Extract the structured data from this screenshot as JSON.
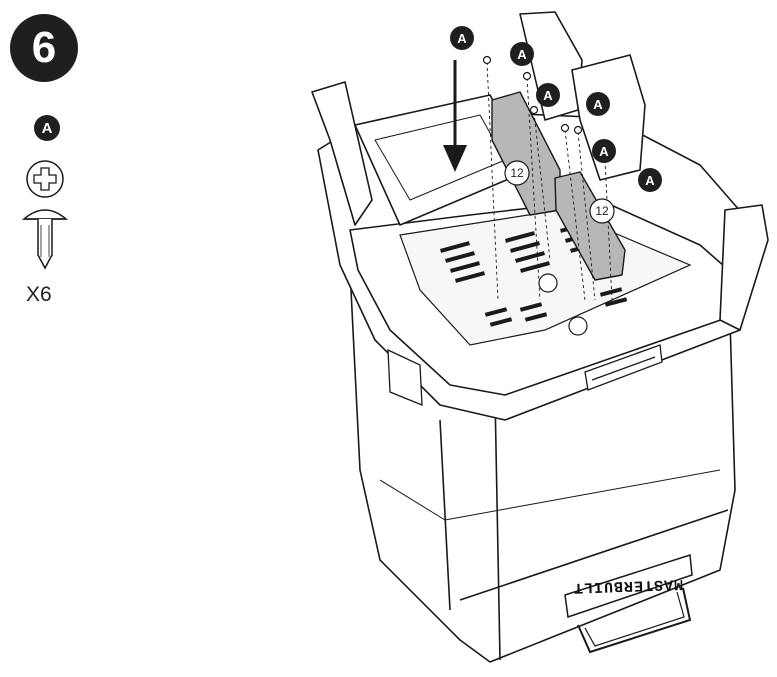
{
  "step": {
    "number": "6"
  },
  "legend": {
    "part_letter": "A",
    "part_icon": "screw-icon",
    "quantity": "X6"
  },
  "callouts": {
    "part_letter": "A",
    "bracket_number": "12"
  },
  "product": {
    "brand": "MASTERBUILT"
  },
  "colors": {
    "badge": "#1f1f1f",
    "bracket": "#b7b7b7",
    "line": "#1a1a1a"
  }
}
